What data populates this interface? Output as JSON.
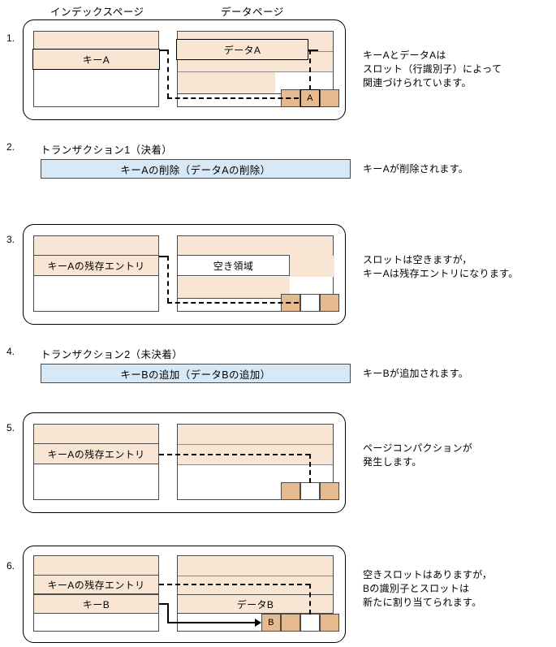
{
  "headers": {
    "index_page": "インデックスページ",
    "data_page": "データページ"
  },
  "steps": [
    {
      "num": "1."
    },
    {
      "num": "2."
    },
    {
      "num": "3."
    },
    {
      "num": "4."
    },
    {
      "num": "5."
    },
    {
      "num": "6."
    }
  ],
  "colors": {
    "tan_band": "#f8e5d4",
    "slot_fill": "#e6b98f",
    "transaction_bar": "#d7e8f7",
    "outline": "#4a4a4a",
    "emphasis_outline": "#000000",
    "background": "#ffffff"
  },
  "panel1": {
    "index_key_label": "キーA",
    "data_label": "データA",
    "slot_label": "A",
    "note": "キーAとデータAは\nスロット（行識別子）によって\n関連づけられています。"
  },
  "panel2": {
    "title": "トランザクション1（決着）",
    "bar_label": "キーAの削除（データAの削除）",
    "note": "キーAが削除されます。"
  },
  "panel3": {
    "index_key_label": "キーAの残存エントリ",
    "data_label": "空き領域",
    "note": "スロットは空きますが，\nキーAは残存エントリになります。"
  },
  "panel4": {
    "title": "トランザクション2（未決着）",
    "bar_label": "キーBの追加（データBの追加）",
    "note": "キーBが追加されます。"
  },
  "panel5": {
    "index_key_label": "キーAの残存エントリ",
    "note": "ページコンパクションが\n発生します。"
  },
  "panel6": {
    "index_key_label": "キーAの残存エントリ",
    "index_key_b_label": "キーB",
    "data_label": "データB",
    "slot_label": "B",
    "note": "空きスロットはありますが，\nBの識別子とスロットは\n新たに割り当てられます。"
  }
}
